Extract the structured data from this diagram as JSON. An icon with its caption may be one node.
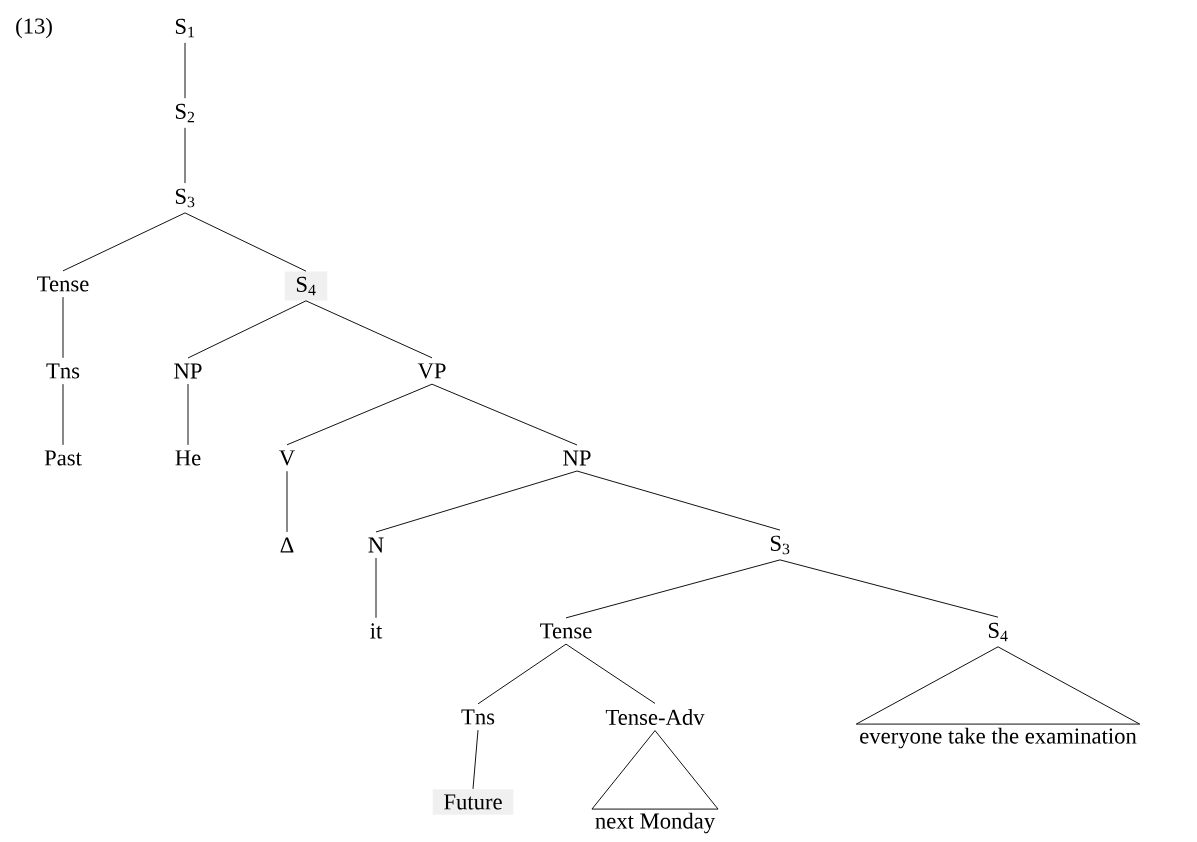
{
  "diagram": {
    "nodes": [
      {
        "text": [
          "S$_{1}$"
        ]
      },
      {
        "text": [
          "S$_{2}$"
        ]
      },
      {
        "text": [
          "S$_{3}$"
        ]
      },
      {
        "text": [
          "Tense"
        ]
      },
      {
        "text": [
          "S$_{4}$"
        ]
      },
      {
        "text": [
          "Tns"
        ]
      },
      {
        "text": [
          "NP"
        ]
      },
      {
        "text": [
          "VP"
        ]
      },
      {
        "text": [
          "Past"
        ]
      },
      {
        "text": [
          "He"
        ]
      },
      {
        "text": [
          "V"
        ]
      },
      {
        "text": [
          "NP"
        ]
      },
      {
        "text": [
          "Δ"
        ]
      },
      {
        "text": [
          "N"
        ]
      },
      {
        "text": [
          "S$_{3}$"
        ]
      },
      {
        "text": [
          "it"
        ]
      },
      {
        "text": [
          "Tense"
        ]
      },
      {
        "text": [
          "S$_{4}$"
        ]
      },
      {
        "text": [
          "Tns"
        ]
      },
      {
        "text": [
          "Tense-Adv"
        ]
      },
      {
        "text": [
          "everyone take the examination"
        ]
      },
      {
        "text": [
          "Future"
        ]
      },
      {
        "text": [
          "next Monday"
        ]
      }
    ],
    "edges": [
      {
        "from": 0,
        "to": 1,
        "arrow": "none"
      },
      {
        "from": 1,
        "to": 2,
        "arrow": "none"
      },
      {
        "from": 2,
        "to": 3,
        "arrow": "none"
      },
      {
        "from": 2,
        "to": 4,
        "arrow": "none"
      },
      {
        "from": 3,
        "to": 5,
        "arrow": "none"
      },
      {
        "from": 5,
        "to": 8,
        "arrow": "none"
      },
      {
        "from": 4,
        "to": 6,
        "arrow": "none"
      },
      {
        "from": 4,
        "to": 7,
        "arrow": "none"
      },
      {
        "from": 6,
        "to": 9,
        "arrow": "none"
      },
      {
        "from": 7,
        "to": 10,
        "arrow": "none"
      },
      {
        "from": 7,
        "to": 11,
        "arrow": "none"
      },
      {
        "from": 10,
        "to": 12,
        "arrow": "none"
      },
      {
        "from": 11,
        "to": 13,
        "arrow": "none"
      },
      {
        "from": 11,
        "to": 14,
        "arrow": "none"
      },
      {
        "from": 13,
        "to": 15,
        "arrow": "none"
      },
      {
        "from": 14,
        "to": 16,
        "arrow": "none"
      },
      {
        "from": 14,
        "to": 17,
        "arrow": "none"
      },
      {
        "from": 16,
        "to": 18,
        "arrow": "none"
      },
      {
        "from": 16,
        "to": 19,
        "arrow": "none"
      },
      {
        "from": 18,
        "to": 21,
        "arrow": "none"
      },
      {
        "from": 17,
        "to": 20,
        "arrow": "none"
      },
      {
        "from": 19,
        "to": 22,
        "arrow": "none"
      }
    ],
    "labels": [
      "(13)"
    ]
  }
}
